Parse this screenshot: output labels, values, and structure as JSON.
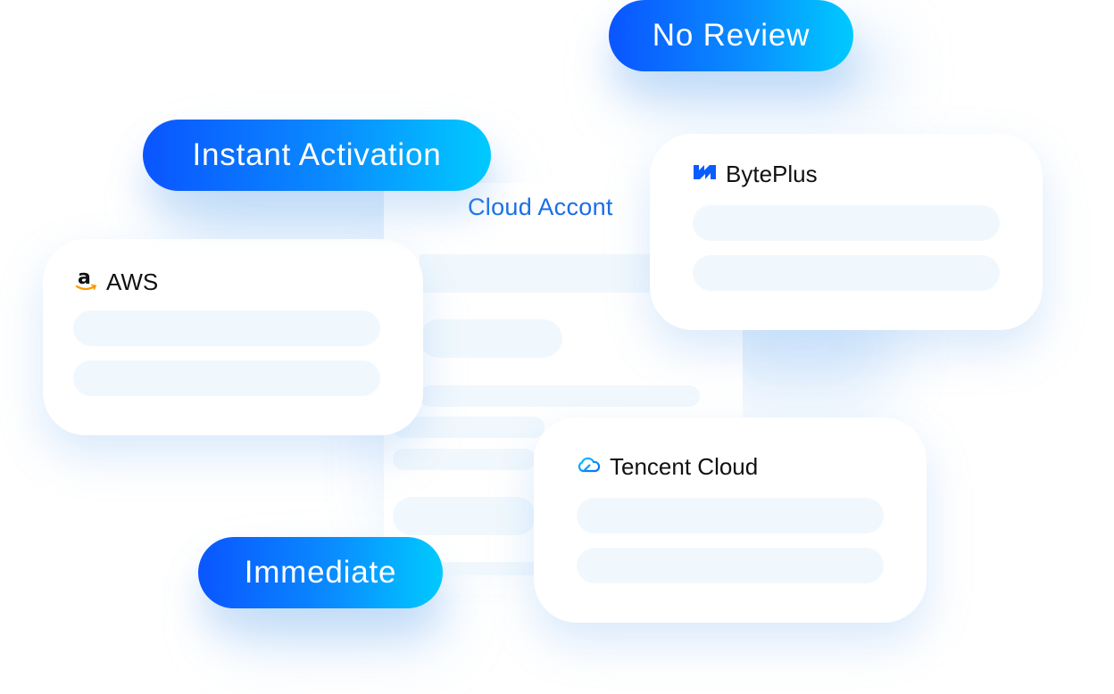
{
  "badges": {
    "no_review": "No Review",
    "instant_activation": "Instant Activation",
    "immediate": "Immediate"
  },
  "center_panel": {
    "title": "Cloud Accont"
  },
  "providers": [
    {
      "name": "BytePlus",
      "icon": "byteplus-logo-icon",
      "accent": "#0a5cff"
    },
    {
      "name": "AWS",
      "icon": "amazon-logo-icon",
      "accent": "#ff9900"
    },
    {
      "name": "Tencent Cloud",
      "icon": "tencent-cloud-logo-icon",
      "accent": "#00a4ff"
    }
  ],
  "colors": {
    "gradient_start": "#0a55ff",
    "gradient_end": "#00caff",
    "title_blue": "#1a6fe6",
    "placeholder_bar": "#f1f8fd"
  }
}
